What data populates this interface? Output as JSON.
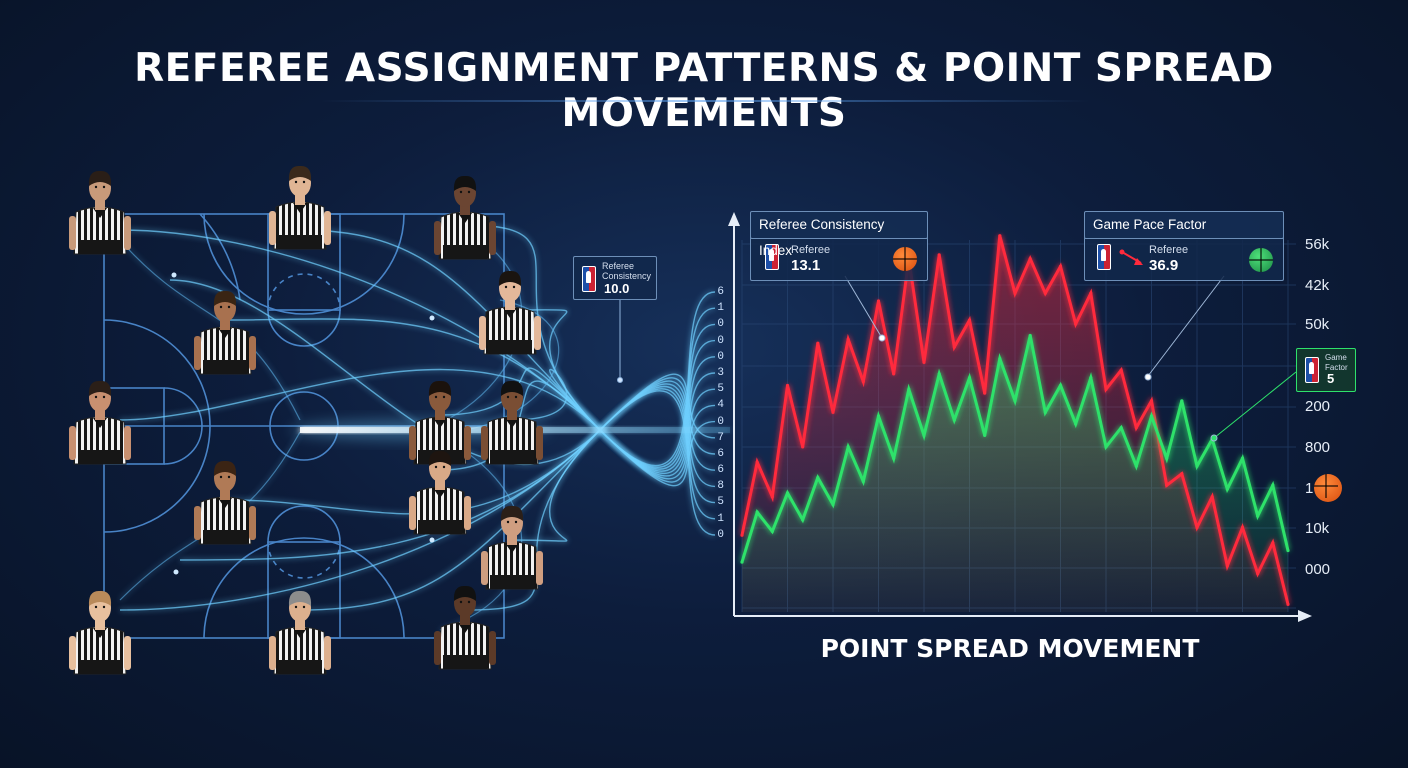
{
  "title": "REFEREE ASSIGNMENT PATTERNS & POINT SPREAD MOVEMENTS",
  "left_callout": {
    "label": "Referee\nConsistency",
    "value": "10.0"
  },
  "referee_sequence": [
    "6",
    "1",
    "0",
    "0",
    "0",
    "3",
    "5",
    "4",
    "0",
    "7",
    "6",
    "6",
    "8",
    "5",
    "1",
    "0"
  ],
  "info_boxes": [
    {
      "title": "Referee Consistency Index",
      "label": "Referee",
      "value": "13.1",
      "ball": "orange-basketball-icon"
    },
    {
      "title": "Game Pace Factor",
      "label": "Referee",
      "value": "36.9",
      "ball": "green-basketball-icon"
    }
  ],
  "small_badge": {
    "label": "Game\nFactor",
    "value": "5"
  },
  "colors": {
    "red": "#ff2a3c",
    "green": "#2ee26b",
    "glow": "#6fd0ff",
    "background": "#0d1d3c"
  },
  "chart_data": {
    "type": "line",
    "xlabel": "POINT SPREAD MOVEMENT",
    "ylabel": "",
    "y_tick_labels": [
      "56k",
      "42k",
      "50k",
      "200",
      "800",
      "1",
      "10k",
      "000"
    ],
    "series": [
      {
        "color": "#ff2a3c",
        "values": [
          0.2,
          0.39,
          0.3,
          0.59,
          0.43,
          0.7,
          0.52,
          0.71,
          0.6,
          0.81,
          0.62,
          0.92,
          0.65,
          0.93,
          0.69,
          0.76,
          0.57,
          0.98,
          0.83,
          0.92,
          0.83,
          0.9,
          0.75,
          0.83,
          0.58,
          0.63,
          0.48,
          0.55,
          0.33,
          0.36,
          0.22,
          0.3,
          0.12,
          0.22,
          0.1,
          0.18,
          0.02
        ]
      },
      {
        "color": "#2ee26b",
        "values": [
          0.13,
          0.26,
          0.21,
          0.31,
          0.24,
          0.35,
          0.28,
          0.43,
          0.34,
          0.51,
          0.4,
          0.58,
          0.46,
          0.62,
          0.5,
          0.61,
          0.46,
          0.66,
          0.55,
          0.72,
          0.52,
          0.59,
          0.49,
          0.61,
          0.43,
          0.48,
          0.38,
          0.51,
          0.4,
          0.55,
          0.38,
          0.45,
          0.32,
          0.4,
          0.25,
          0.33,
          0.16
        ]
      }
    ]
  }
}
